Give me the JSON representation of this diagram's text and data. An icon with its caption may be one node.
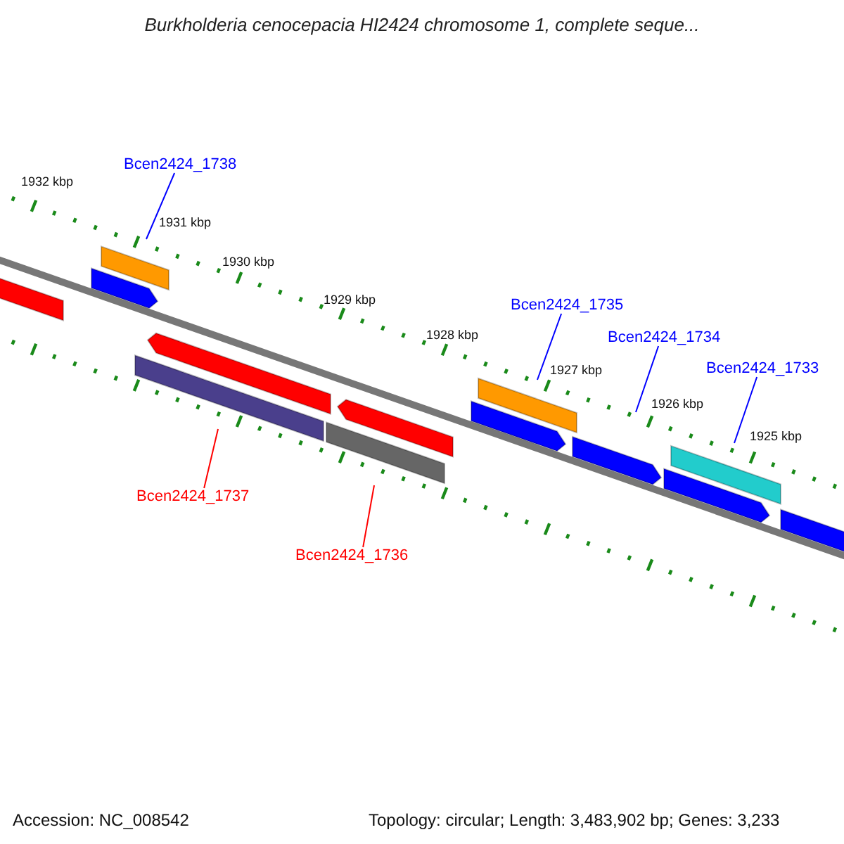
{
  "diagram": {
    "title": "Burkholderia cenocepacia HI2424 chromosome 1, complete seque...",
    "nodes": [
      {
        "text": [
          "Bcen2424_1738"
        ]
      },
      {
        "text": [
          "Bcen2424_1735"
        ]
      },
      {
        "text": [
          "Bcen2424_1734"
        ]
      },
      {
        "text": [
          "Bcen2424_1733"
        ]
      },
      {
        "text": [
          "Bcen2424_1737"
        ]
      },
      {
        "text": [
          "Bcen2424_1736"
        ]
      }
    ],
    "edges": [
      {
        "from": 0,
        "to": null,
        "arrow": "none"
      },
      {
        "from": 1,
        "to": null,
        "arrow": "none"
      },
      {
        "from": 2,
        "to": null,
        "arrow": "none"
      },
      {
        "from": 3,
        "to": null,
        "arrow": "none"
      },
      {
        "from": 4,
        "to": null,
        "arrow": "none",
        "color": "#ff0000"
      },
      {
        "from": 5,
        "to": null,
        "arrow": "none",
        "color": "#ff0000"
      }
    ],
    "labels": [
      "1932 kbp",
      "1931 kbp",
      "1930 kbp",
      "1929 kbp",
      "1928 kbp",
      "1927 kbp",
      "1926 kbp",
      "1925 kbp",
      "Accession: NC_008542",
      "Topology: circular; Length: 3,483,902 bp; Genes: 3,233"
    ]
  }
}
